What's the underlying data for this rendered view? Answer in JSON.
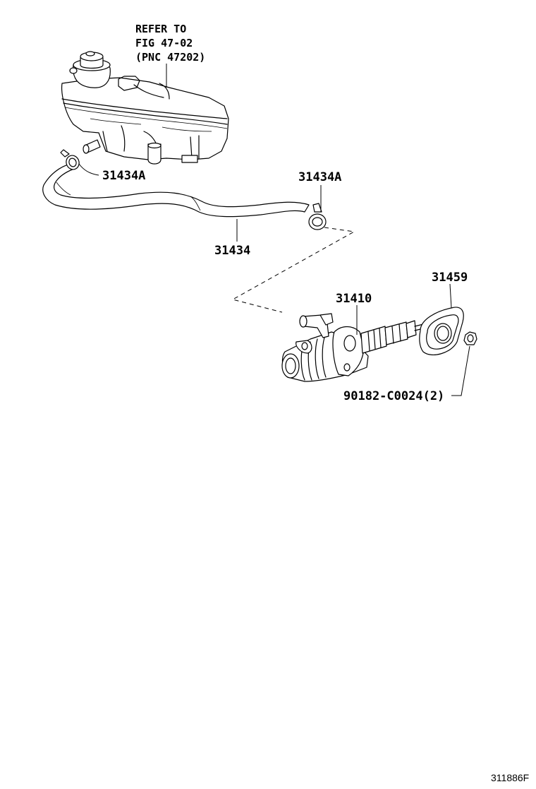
{
  "diagram": {
    "reference_note": {
      "line1": "REFER TO",
      "line2": "FIG 47-02",
      "line3": "(PNC 47202)"
    },
    "callouts": {
      "clamp_left": "31434A",
      "clamp_right": "31434A",
      "hose": "31434",
      "master_cylinder": "31410",
      "gasket": "31459",
      "nut": "90182-C0024(2)"
    },
    "illustration_code": "311886F"
  }
}
